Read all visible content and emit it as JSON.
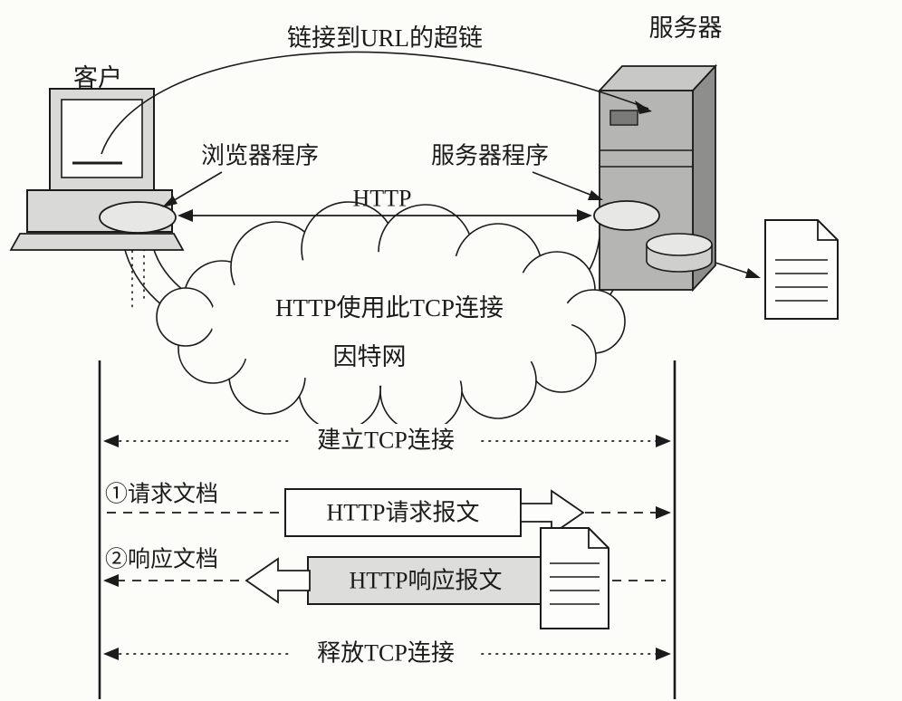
{
  "top": {
    "hyperlink_label": "链接到URL的超链",
    "client_label": "客户",
    "server_label": "服务器",
    "browser_label": "浏览器程序",
    "server_program_label": "服务器程序",
    "http_label": "HTTP",
    "cloud_label_line1": "HTTP使用此TCP连接",
    "cloud_label_line2": "因特网"
  },
  "sequence": {
    "establish_label": "建立TCP连接",
    "request_step_label": "①请求文档",
    "request_box_label": "HTTP请求报文",
    "response_step_label": "②响应文档",
    "response_box_label": "HTTP响应报文",
    "release_label": "释放TCP连接"
  },
  "colors": {
    "background": "#fcfcf9",
    "ink": "#1b1b1b",
    "server_front": "#b5b5b3",
    "server_side": "#8e8e8c",
    "server_top": "#c8c8c6",
    "device_gray": "#d9d9d7",
    "socket_fill": "#e7e7e5",
    "disk_fill": "#cfcfcd",
    "response_box_fill": "#dddddb"
  },
  "icons": {
    "client": "client-computer-icon",
    "server": "server-tower-icon",
    "cloud": "internet-cloud-icon",
    "document": "document-icon",
    "disk": "disk-icon"
  }
}
